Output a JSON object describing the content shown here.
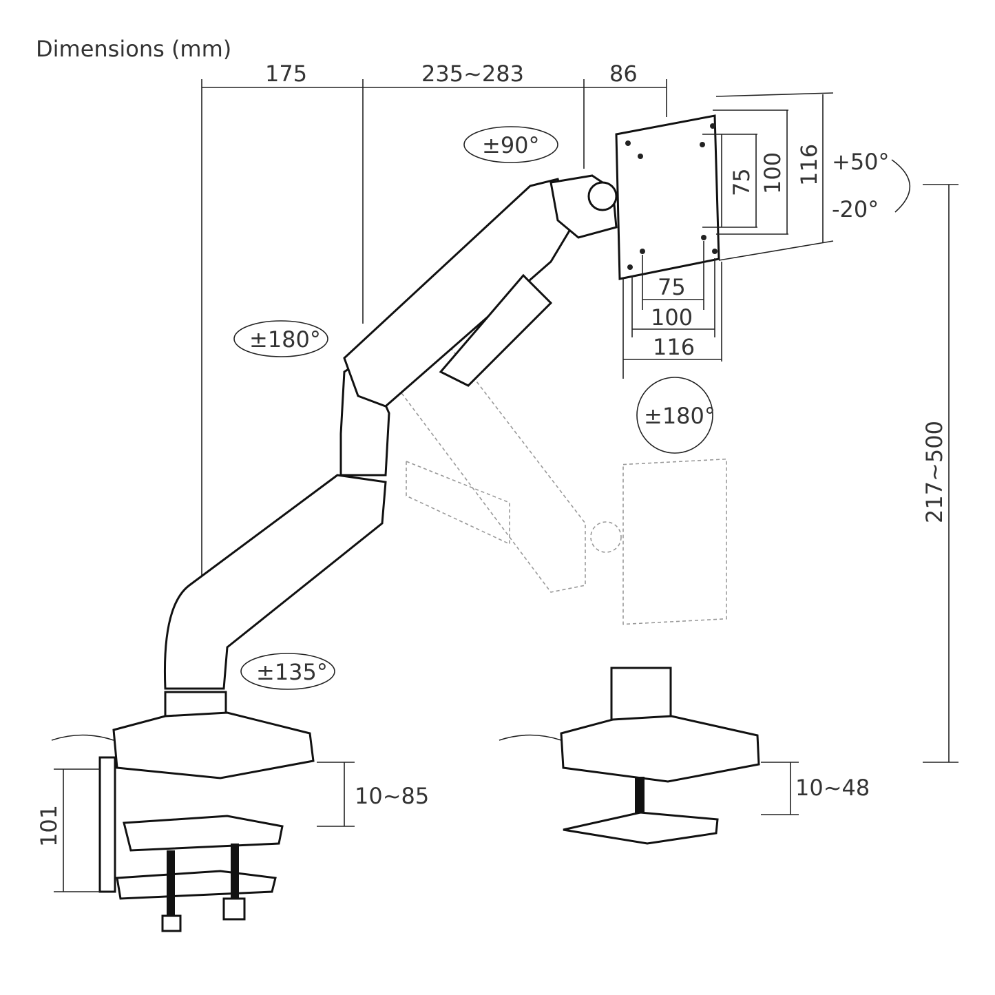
{
  "title": "Dimensions (mm)",
  "top_dims": {
    "base_to_elbow": "175",
    "arm_extension": "235~283",
    "head": "86"
  },
  "rotations": {
    "tilt_head": "±90°",
    "elbow": "±180°",
    "base": "±135°",
    "screen": "±180°"
  },
  "tilt": {
    "up": "+50°",
    "down": "-20°"
  },
  "vesa_vertical": [
    "75",
    "100",
    "116"
  ],
  "vesa_horizontal": [
    "75",
    "100",
    "116"
  ],
  "height_range": "217~500",
  "clamp_range": "10~85",
  "clamp_height": "101",
  "grommet_range": "10~48"
}
